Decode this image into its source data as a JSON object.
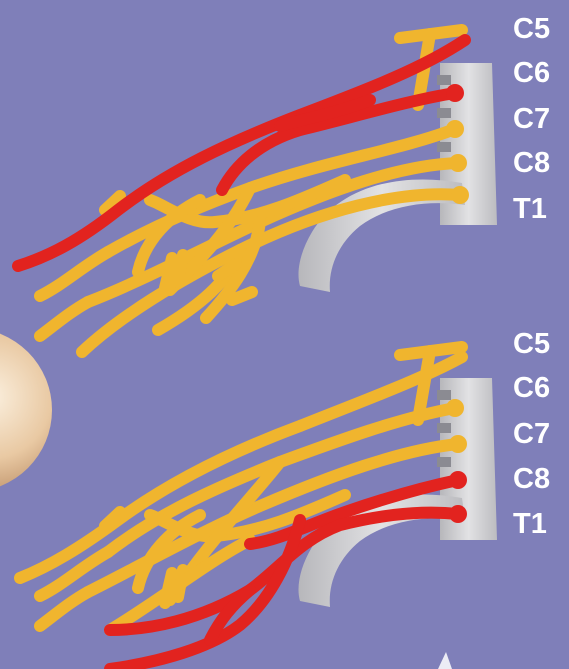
{
  "colors": {
    "background": "#7f7fb9",
    "nerve_normal": "#f0b52e",
    "nerve_affected": "#e2231f",
    "spine": "#c9c9cc",
    "labels": "#ffffff"
  },
  "panels": [
    {
      "id": "upper",
      "levels": [
        "C5",
        "C6",
        "C7",
        "C8",
        "T1"
      ],
      "affected_roots": [
        "C5",
        "C6"
      ]
    },
    {
      "id": "lower",
      "levels": [
        "C5",
        "C6",
        "C7",
        "C8",
        "T1"
      ],
      "affected_roots": [
        "C8",
        "T1"
      ]
    }
  ],
  "icons": {
    "humeral_head": "sphere-shape",
    "spine": "vertebral-column-shape"
  }
}
